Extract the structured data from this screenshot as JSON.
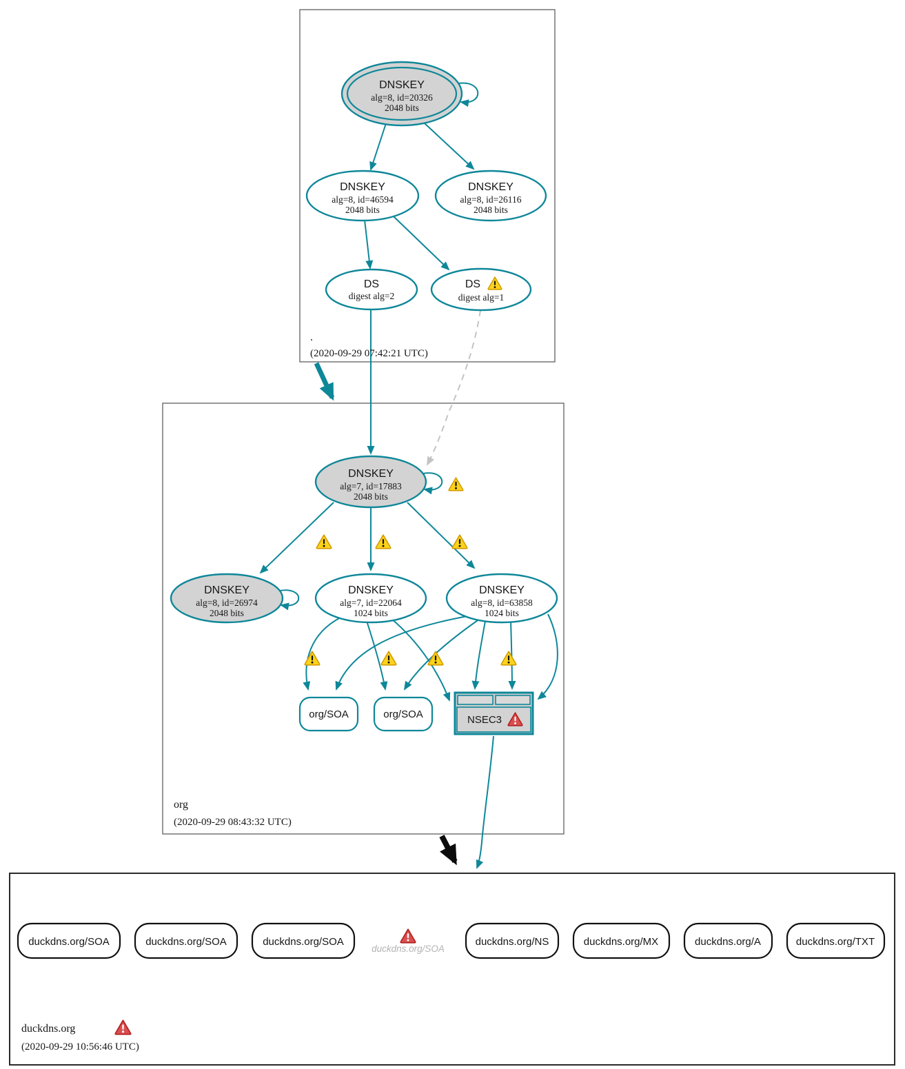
{
  "document": {
    "background": "#ffffff",
    "description": "DNSSEC authentication chain graph"
  },
  "colors": {
    "accent_teal": "#0e8799",
    "node_fill_gray": "#d3d3d3",
    "warning_yellow": "#fcd21c",
    "warning_border": "#d39c00",
    "error_red": "#d94f4f",
    "error_border": "#b01e1e",
    "insecure_dashed_gray": "#c4c4c4",
    "muted_text_gray": "#b3b3b3",
    "black": "#0b0b0b"
  },
  "icons": {
    "warning": "warning-triangle",
    "error": "error-triangle"
  },
  "zones": {
    "root": {
      "name": ".",
      "timestamp": "(2020-09-29 07:42:21 UTC)",
      "nodes": {
        "ksk20326": {
          "title": "DNSKEY",
          "detail1": "alg=8, id=20326",
          "detail2": "2048 bits"
        },
        "zsk46594": {
          "title": "DNSKEY",
          "detail1": "alg=8, id=46594",
          "detail2": "2048 bits"
        },
        "zsk26116": {
          "title": "DNSKEY",
          "detail1": "alg=8, id=26116",
          "detail2": "2048 bits"
        },
        "ds_alg2": {
          "title": "DS",
          "detail1": "digest alg=2"
        },
        "ds_alg1": {
          "title": "DS",
          "detail1": "digest alg=1",
          "has_warning": true
        }
      }
    },
    "org": {
      "name": "org",
      "timestamp": "(2020-09-29 08:43:32 UTC)",
      "nodes": {
        "ksk17883": {
          "title": "DNSKEY",
          "detail1": "alg=7, id=17883",
          "detail2": "2048 bits"
        },
        "dnskey26974": {
          "title": "DNSKEY",
          "detail1": "alg=8, id=26974",
          "detail2": "2048 bits"
        },
        "dnskey22064": {
          "title": "DNSKEY",
          "detail1": "alg=7, id=22064",
          "detail2": "1024 bits"
        },
        "dnskey63858": {
          "title": "DNSKEY",
          "detail1": "alg=8, id=63858",
          "detail2": "1024 bits"
        },
        "soa1": {
          "label": "org/SOA"
        },
        "soa2": {
          "label": "org/SOA"
        },
        "nsec3": {
          "label": "NSEC3",
          "has_error": true
        }
      }
    },
    "duckdns": {
      "name": "duckdns.org",
      "name_has_error": true,
      "timestamp": "(2020-09-29 10:56:46 UTC)",
      "nodes": {
        "soa1": {
          "label": "duckdns.org/SOA"
        },
        "soa2": {
          "label": "duckdns.org/SOA"
        },
        "soa3": {
          "label": "duckdns.org/SOA"
        },
        "soa_missing": {
          "label": "duckdns.org/SOA",
          "has_error": true,
          "style": "faded-italic"
        },
        "ns": {
          "label": "duckdns.org/NS"
        },
        "mx": {
          "label": "duckdns.org/MX"
        },
        "a": {
          "label": "duckdns.org/A"
        },
        "txt": {
          "label": "duckdns.org/TXT"
        }
      }
    }
  }
}
